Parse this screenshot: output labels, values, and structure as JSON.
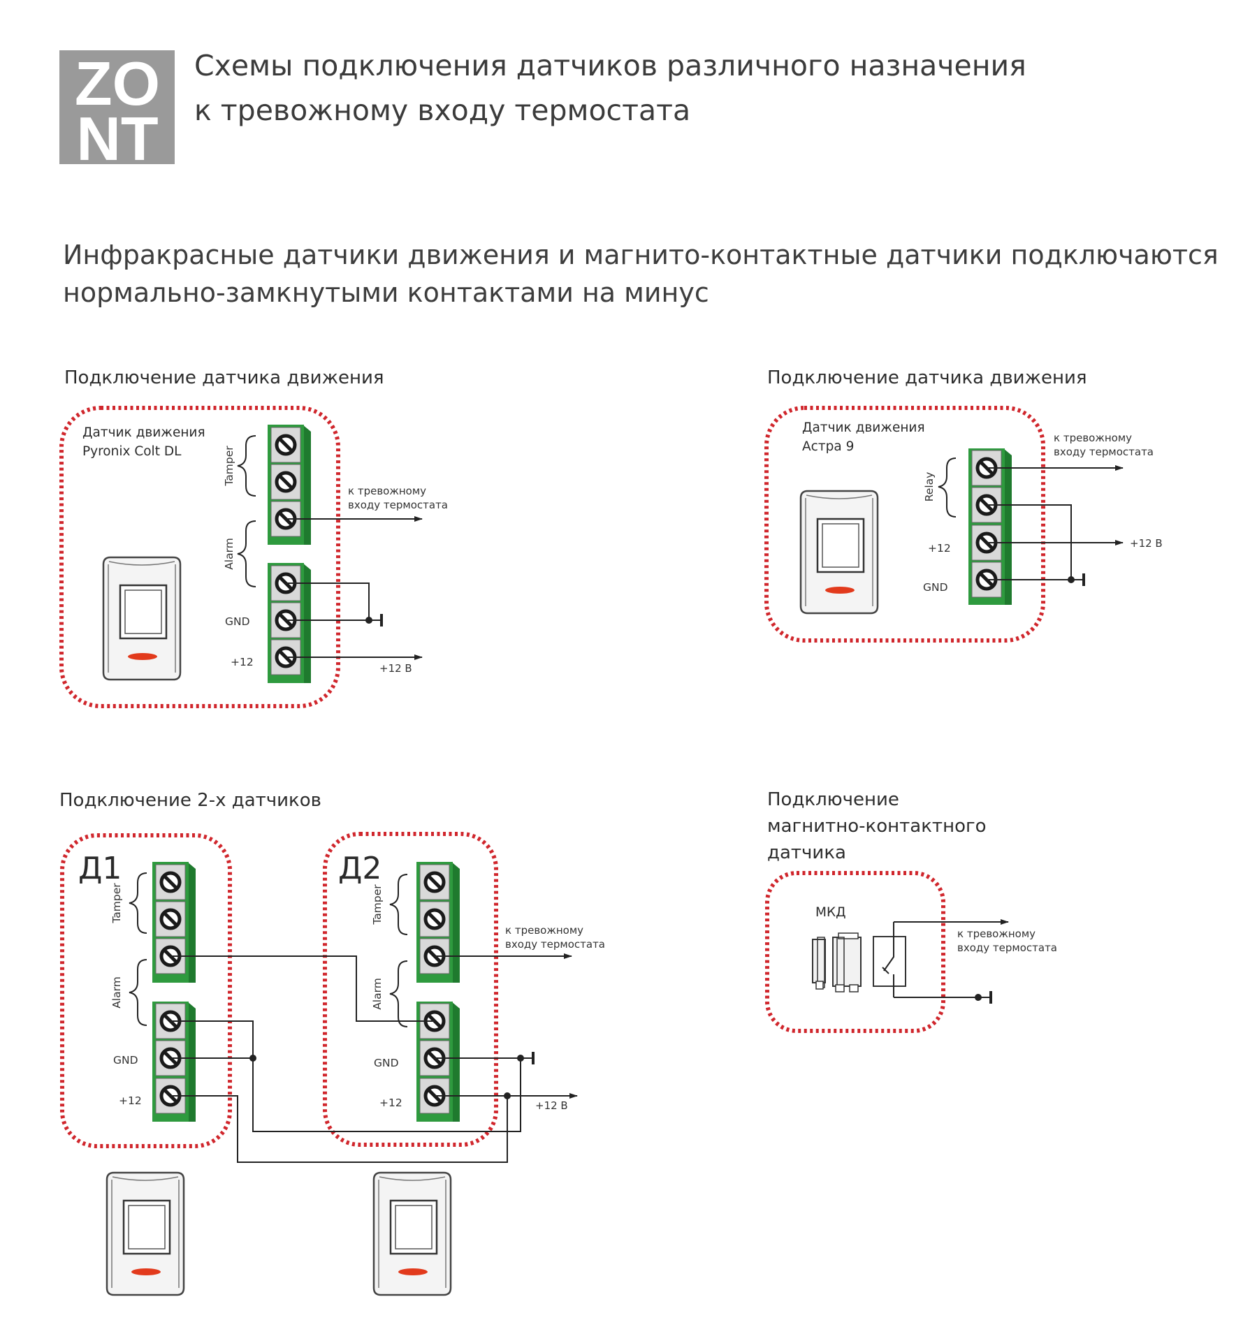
{
  "logo": {
    "text_top": "ZO",
    "text_bottom": "NT",
    "color": "#9a9a9a"
  },
  "header": {
    "title_line1": "Схемы подключения датчиков различного назначения",
    "title_line2": "к тревожному входу термостата"
  },
  "intro": {
    "line1": "Инфракрасные датчики движения и магнито-контактные датчики подключаются",
    "line2": "нормально-замкнутыми контактами на минус"
  },
  "colors": {
    "terminal_green": "#2e9a3e",
    "border_red": "#d0262c",
    "led_red": "#e23a1c"
  },
  "icons": [
    "screw-terminal-icon",
    "motion-sensor-icon",
    "ground-symbol-icon",
    "arrow-icon",
    "reed-switch-icon",
    "relay-icon"
  ],
  "panel1": {
    "heading": "Подключение датчика движения",
    "device_line1": "Датчик движения",
    "device_line2": "Pyronix Colt DL",
    "tamper": "Tamper",
    "alarm": "Alarm",
    "gnd": "GND",
    "plus12": "+12",
    "to_input_line1": "к тревожному",
    "to_input_line2": "входу термостата",
    "supply": "+12 В"
  },
  "panel2": {
    "heading": "Подключение датчика движения",
    "device_line1": "Датчик движения",
    "device_line2": "Астра 9",
    "relay": "Relay",
    "gnd": "GND",
    "plus12": "+12",
    "to_input_line1": "к тревожному",
    "to_input_line2": "входу термостата",
    "supply": "+12 В"
  },
  "panel3": {
    "heading": "Подключение 2-х датчиков",
    "d1": "Д1",
    "d2": "Д2",
    "tamper": "Tamper",
    "alarm": "Alarm",
    "gnd": "GND",
    "plus12": "+12",
    "to_input_line1": "к тревожному",
    "to_input_line2": "входу термостата",
    "supply": "+12 В"
  },
  "panel4": {
    "heading_line1": "Подключение",
    "heading_line2": "магнитно-контактного",
    "heading_line3": "датчика",
    "mkd": "МКД",
    "to_input_line1": "к тревожному",
    "to_input_line2": "входу термостата"
  }
}
